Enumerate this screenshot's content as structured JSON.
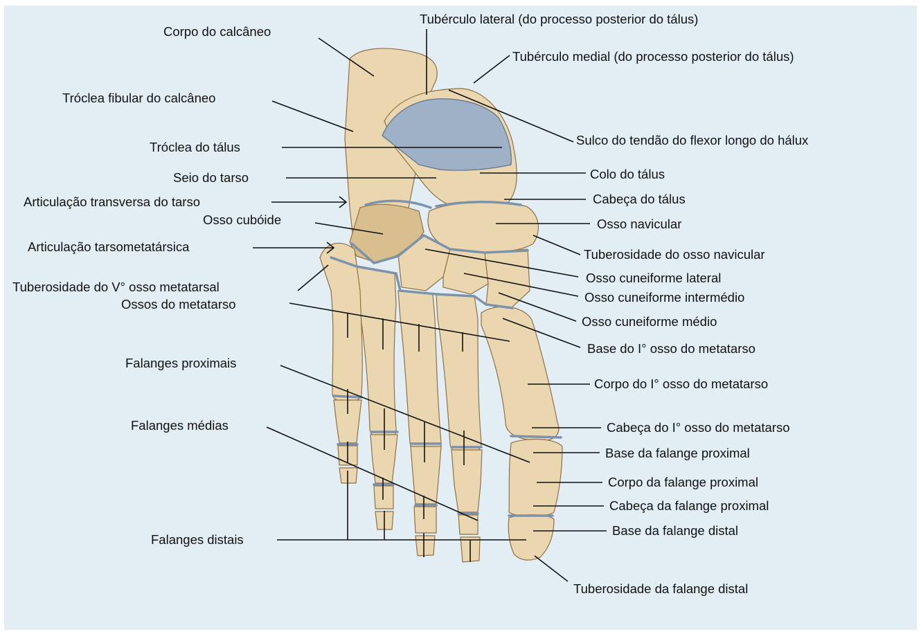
{
  "labels": {
    "corpo_calcaneo": "Corpo do calcâneo",
    "tuberculo_lateral": "Tubérculo lateral (do processo posterior do tálus)",
    "tuberculo_medial": "Tubérculo medial (do processo posterior do tálus)",
    "troclea_fibular": "Tróclea fibular do calcâneo",
    "sulco_tendao": "Sulco do tendão do flexor longo do hálux",
    "troclea_talus": "Tróclea do tálus",
    "colo_talus": "Colo do tálus",
    "seio_tarso": "Seio do tarso",
    "cabeca_talus": "Cabeça do tálus",
    "art_transversa": "Articulação transversa do tarso",
    "osso_cuboide": "Osso cubóide",
    "osso_navicular": "Osso navicular",
    "art_tarsometatarsica": "Articulação tarsometatársica",
    "tuberosidade_navicular": "Tuberosidade do osso navicular",
    "cuneiforme_lateral": "Osso cuneiforme lateral",
    "tuberosidade_v": "Tuberosidade do V° osso metatarsal",
    "cuneiforme_intermedio": "Osso cuneiforme intermédio",
    "ossos_metatarso": "Ossos do metatarso",
    "cuneiforme_medio": "Osso cuneiforme médio",
    "base_i_metatarso": "Base do I° osso do metatarso",
    "falanges_proximais": "Falanges proximais",
    "corpo_i_metatarso": "Corpo do I° osso do metatarso",
    "falanges_medias": "Falanges médias",
    "cabeca_i_metatarso": "Cabeça do I° osso do metatarso",
    "base_falange_proximal": "Base da falange proximal",
    "corpo_falange_proximal": "Corpo da falange proximal",
    "cabeca_falange_proximal": "Cabeça da falange proximal",
    "falanges_distais": "Falanges distais",
    "base_falange_distal": "Base da falange distal",
    "tuberosidade_falange_distal": "Tuberosidade da falange distal"
  },
  "colors": {
    "background": "#e3eef4",
    "bone": "#ead7b0",
    "cartilage": "#9eb1c6",
    "leader": "#111111"
  }
}
